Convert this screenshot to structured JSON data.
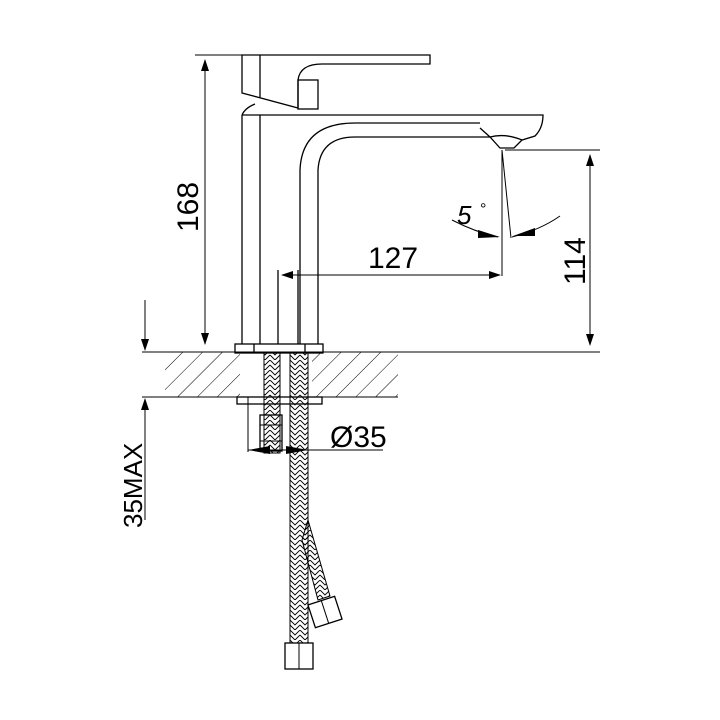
{
  "drawing": {
    "subject": "Basin faucet technical drawing",
    "dimensions": {
      "total_height": "168",
      "spout_height": "114",
      "spout_reach": "127",
      "spout_angle": "5",
      "degree_symbol": "°",
      "hole_diameter": "Ø35",
      "max_counter_thickness": "35MAX"
    },
    "colors": {
      "line": "#000000",
      "background": "#ffffff"
    }
  }
}
